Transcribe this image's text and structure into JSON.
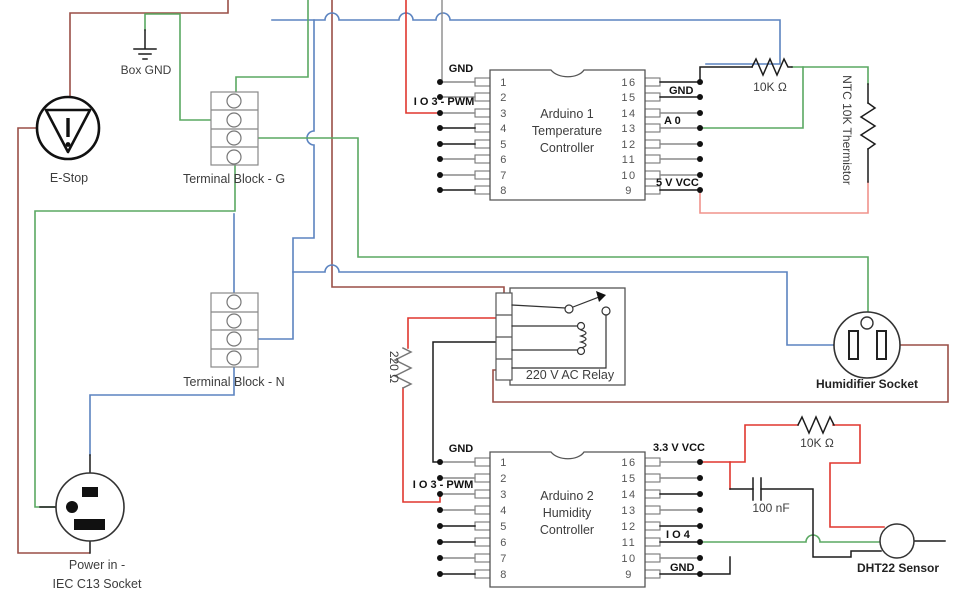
{
  "palette": {
    "wire_mains_line_darkred": "#9a4f47",
    "wire_signal_red": "#e0372e",
    "wire_5v_salmon": "#f0938c",
    "wire_ground_green": "#5aa862",
    "wire_neutral_blue": "#5b83c0",
    "wire_gray": "#8a8a8a",
    "wire_black": "#1c1c1c"
  },
  "components": {
    "box_gnd": {
      "label": "Box GND"
    },
    "e_stop": {
      "label": "E-Stop"
    },
    "terminal_block_g": {
      "label": "Terminal Block - G"
    },
    "terminal_block_n": {
      "label": "Terminal Block - N"
    },
    "power_socket": {
      "label_line1": "Power in -",
      "label_line2": "IEC C13 Socket"
    },
    "arduino1": {
      "name_line1": "Arduino 1",
      "name_line2": "Temperature",
      "name_line3": "Controller",
      "left_pins": [
        "1",
        "2",
        "3",
        "4",
        "5",
        "6",
        "7",
        "8"
      ],
      "right_pins": [
        "16",
        "15",
        "14",
        "13",
        "12",
        "11",
        "10",
        "9"
      ],
      "label_gnd_left": "GND",
      "label_io3": "I O 3 - PWM",
      "label_gnd_right": "GND",
      "label_a0": "A 0",
      "label_5v": "5 V VCC"
    },
    "resistor_10k_top": {
      "label": "10K Ω"
    },
    "thermistor": {
      "label": "NTC 10K Thermistor"
    },
    "resistor_220": {
      "label": "220 Ω"
    },
    "relay": {
      "label": "220 V AC Relay"
    },
    "humidifier_socket": {
      "label": "Humidifier Socket"
    },
    "arduino2": {
      "name_line1": "Arduino 2",
      "name_line2": "Humidity",
      "name_line3": "Controller",
      "left_pins": [
        "1",
        "2",
        "3",
        "4",
        "5",
        "6",
        "7",
        "8"
      ],
      "right_pins": [
        "16",
        "15",
        "14",
        "13",
        "12",
        "11",
        "10",
        "9"
      ],
      "label_gnd_left": "GND",
      "label_io3": "I O 3 - PWM",
      "label_33v": "3.3 V VCC",
      "label_io4": "I O 4",
      "label_gnd_right": "GND"
    },
    "resistor_10k_bottom": {
      "label": "10K Ω"
    },
    "capacitor": {
      "label": "100 nF"
    },
    "dht22": {
      "label": "DHT22 Sensor"
    }
  }
}
